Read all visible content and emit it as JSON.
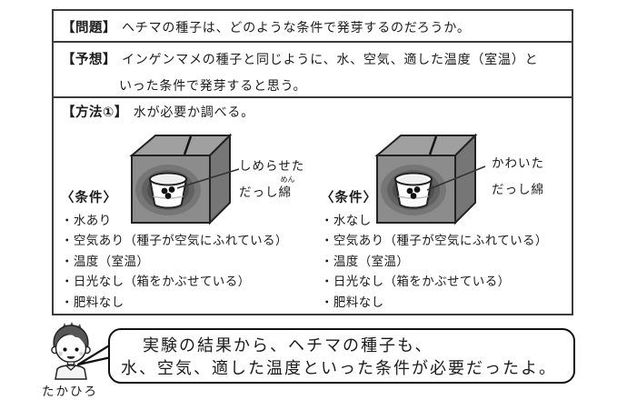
{
  "colors": {
    "frame_border": "#3c3c3c",
    "box_top": "#a0a0a0",
    "box_front": "#8c8c8c",
    "box_side": "#767676",
    "vignette_dark": "#4e4e4e",
    "seed": "#111111",
    "ink": "#1c1c1c"
  },
  "problem": {
    "label": "【問題】",
    "text": "ヘチマの種子は、どのような条件で発芽するのだろうか。"
  },
  "prediction": {
    "label": "【予想】",
    "text_line1": "インゲンマメの種子と同じように、水、空気、適した温度（室温）と",
    "text_line2": "いった条件で発芽すると思う。"
  },
  "method": {
    "label": "【方法①】",
    "text": "水が必要か調べる。",
    "left": {
      "cotton_label_line1": "しめらせた",
      "cotton_label_line2_pre": "だっし",
      "cotton_label_kanji": "綿",
      "cotton_furigana": "めん",
      "conditions_header": "〈条件〉",
      "conditions": [
        "・水あり",
        "・空気あり（種子が空気にふれている）",
        "・温度（室温）",
        "・日光なし（箱をかぶせている）",
        "・肥料なし"
      ]
    },
    "right": {
      "cotton_label_line1": "かわいた",
      "cotton_label_line2": "だっし綿",
      "conditions_header": "〈条件〉",
      "conditions": [
        "・水なし",
        "・空気あり（種子が空気にふれている）",
        "・温度（室温）",
        "・日光なし（箱をかぶせている）",
        "・肥料なし"
      ]
    }
  },
  "footer": {
    "character_name": "たかひろ",
    "speech_line1": "実験の結果から、ヘチマの種子も、",
    "speech_line2": "水、空気、適した温度といった条件が必要だったよ。"
  }
}
